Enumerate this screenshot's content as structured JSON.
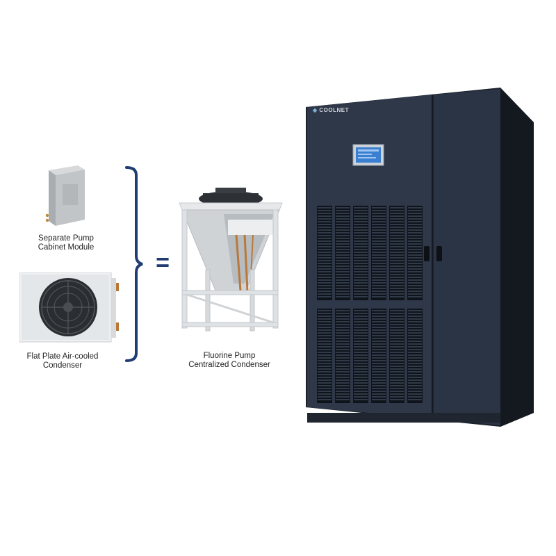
{
  "components": {
    "pump_module": {
      "line1": "Separate Pump",
      "line2": "Cabinet Module"
    },
    "flat_condenser": {
      "line1": "Flat Plate Air-cooled",
      "line2": "Condenser"
    },
    "central_condenser": {
      "line1": "Fluorine Pump",
      "line2": "Centralized Condenser"
    }
  },
  "equals_symbol": "=",
  "cabinet": {
    "brand": "COOLNET"
  },
  "colors": {
    "bracket": "#1f3d73",
    "cabinet": "#2b3444",
    "screen": "#3a7fd0"
  }
}
